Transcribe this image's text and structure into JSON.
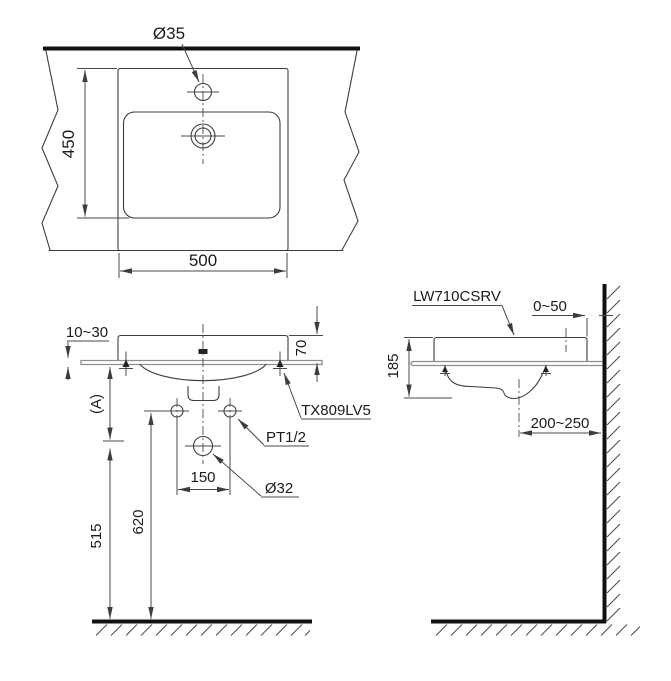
{
  "document": {
    "type": "lavatory installation dimension drawing",
    "product_code": "LW710CSRV"
  },
  "views": {
    "top": {
      "labels": {
        "faucet_hole_diameter": "Ø35",
        "cutout_depth": "450",
        "basin_width": "500"
      }
    },
    "front": {
      "labels": {
        "counter_thickness_range": "10~30",
        "rim_height_above_counter": "70",
        "installation_height": "(A)",
        "faucet_model": "TX809LV5",
        "supply_connection": "PT1/2",
        "faucet_hole_spacing": "150",
        "drain_pipe_diameter": "Ø32",
        "floor_to_supply": "620",
        "floor_to_drain": "515"
      }
    },
    "side": {
      "labels": {
        "product_model": "LW710CSRV",
        "wall_clearance_range": "0~50",
        "basin_height": "185",
        "drain_to_wall_range": "200~250"
      }
    }
  },
  "colors": {
    "ink": "#3d3d3d",
    "heavy_ink": "#101010",
    "counter_gray": "#8f8f8f",
    "background": "#ffffff"
  }
}
